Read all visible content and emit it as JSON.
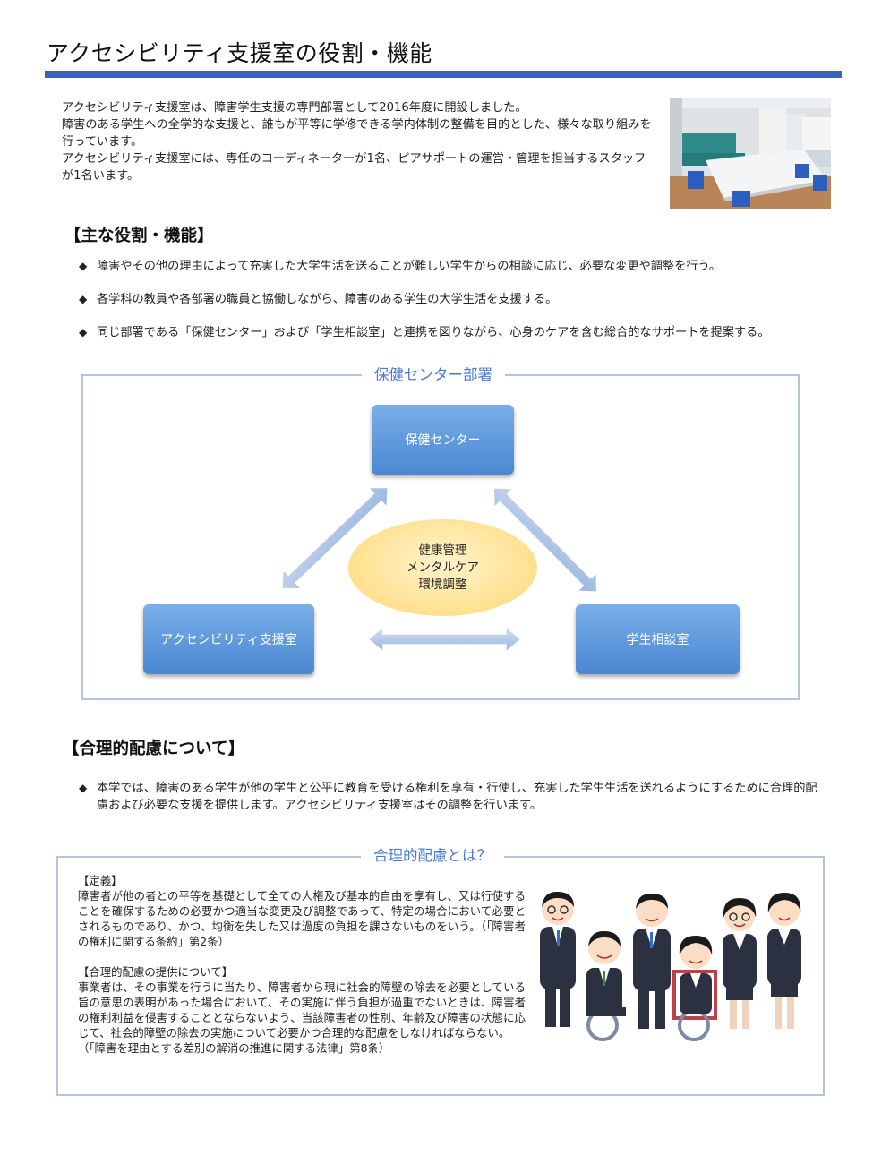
{
  "page": {
    "title": "アクセシビリティ支援室の役割・機能",
    "intro": [
      "アクセシビリティ支援室は、障害学生支援の専門部署として2016年度に開設しました。",
      "障害のある学生への全学的な支援と、誰もが平等に学修できる学内体制の整備を目的とした、様々な取り組みを行っています。",
      "アクセシビリティ支援室には、専任のコーディネーターが1名、ピアサポートの運営・管理を担当するスタッフが1名います。"
    ]
  },
  "roles": {
    "heading": "【主な役割・機能】",
    "bullet_symbol": "◆",
    "items": [
      "障害やその他の理由によって充実した大学生活を送ることが難しい学生からの相談に応じ、必要な変更や調整を行う。",
      "各学科の教員や各部署の職員と協働しながら、障害のある学生の大学生活を支援する。",
      "同じ部署である「保健センター」および「学生相談室」と連携を図りながら、心身のケアを含む総合的なサポートを提案する。"
    ]
  },
  "diagram": {
    "title": "保健センター部署",
    "top_box": "保健センター",
    "left_box": "アクセシビリティ支援室",
    "right_box": "学生相談室",
    "center_lines": [
      "健康管理",
      "メンタルケア",
      "環境調整"
    ]
  },
  "accommodation": {
    "heading": "【合理的配慮について】",
    "bullet_symbol": "◆",
    "text": "本学では、障害のある学生が他の学生と公平に教育を受ける権利を享有・行使し、充実した学生生活を送れるようにするために合理的配慮および必要な支援を提供します。アクセシビリティ支援室はその調整を行います。",
    "box_title": "合理的配慮とは？",
    "definition_label": "【定義】",
    "definition_text": "障害者が他の者との平等を基礎として全ての人権及び基本的自由を享有し、又は行使することを確保するための必要かつ適当な変更及び調整であって、特定の場合において必要とされるものであり、かつ、均衡を失した又は過度の負担を課さないものをいう。（「障害者の権利に関する条約」第2条）",
    "provision_label": "【合理的配慮の提供について】",
    "provision_text": "事業者は、その事業を行うに当たり、障害者から現に社会的障壁の除去を必要としている旨の意思の表明があった場合において、その実施に伴う負担が過重でないときは、障害者の権利利益を侵害することとならないよう、当該障害者の性別、年齢及び障害の状態に応じて、社会的障壁の除去の実施について必要かつ合理的な配慮をしなければならない。",
    "provision_source": "（「障害を理由とする差別の解消の推進に関する法律」第8条）"
  },
  "colors": {
    "title_bar": "#3f60b8",
    "frame_border": "#b5c3df",
    "frame_title": "#4a7ad0",
    "box_blue": "#5b93d8",
    "ellipse_yellow": "#ffe08e"
  }
}
